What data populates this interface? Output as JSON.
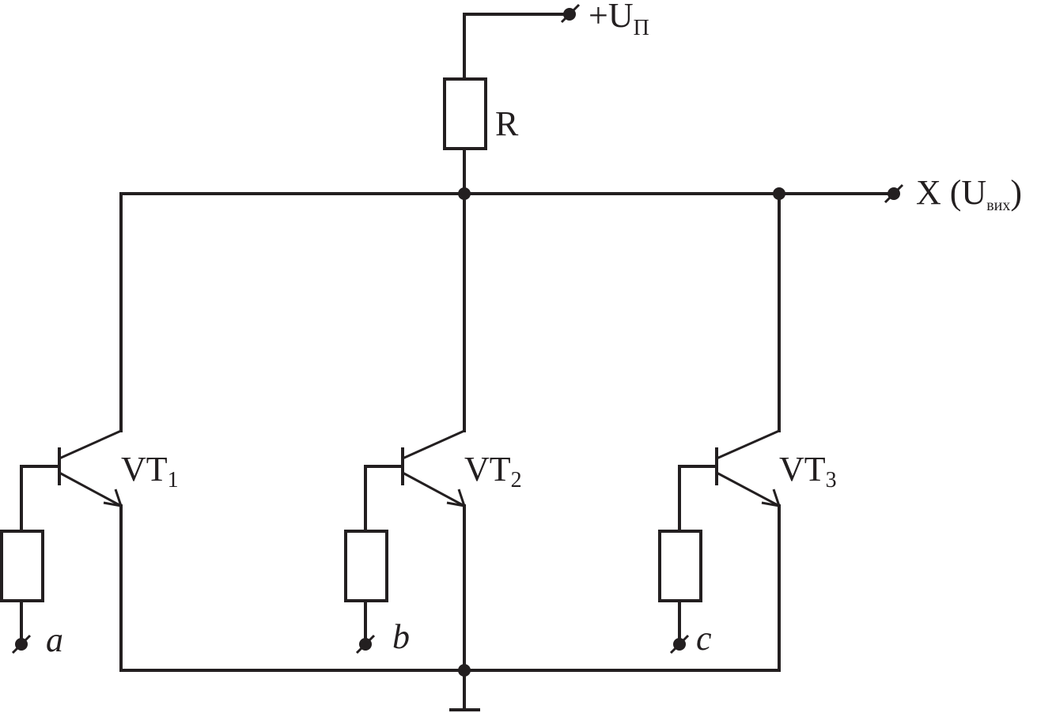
{
  "supply": {
    "main": "+U",
    "sub": "П"
  },
  "resistor_label": "R",
  "output": {
    "prefix": "X (U",
    "sub": "вих",
    "suffix": ")"
  },
  "transistors": [
    {
      "main": "VT",
      "sub": "1"
    },
    {
      "main": "VT",
      "sub": "2"
    },
    {
      "main": "VT",
      "sub": "3"
    }
  ],
  "inputs": [
    "a",
    "b",
    "c"
  ],
  "colors": {
    "ink": "#231f20",
    "background": "#ffffff"
  }
}
